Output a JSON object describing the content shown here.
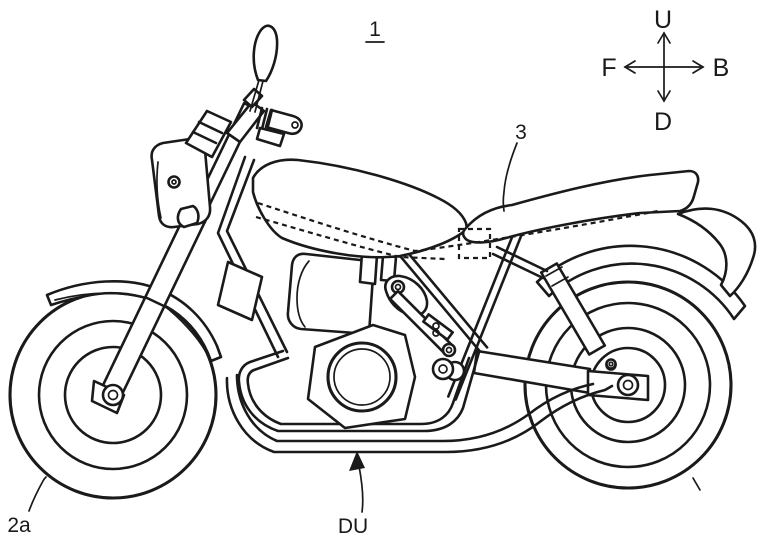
{
  "figure": {
    "number_label": "1",
    "labels": {
      "seat": "3",
      "front_tire": "2a",
      "down_unit": "DU"
    },
    "compass": {
      "up": "U",
      "down": "D",
      "front": "F",
      "back": "B"
    },
    "colors": {
      "line": "#1a1a1a",
      "background": "#ffffff"
    }
  }
}
